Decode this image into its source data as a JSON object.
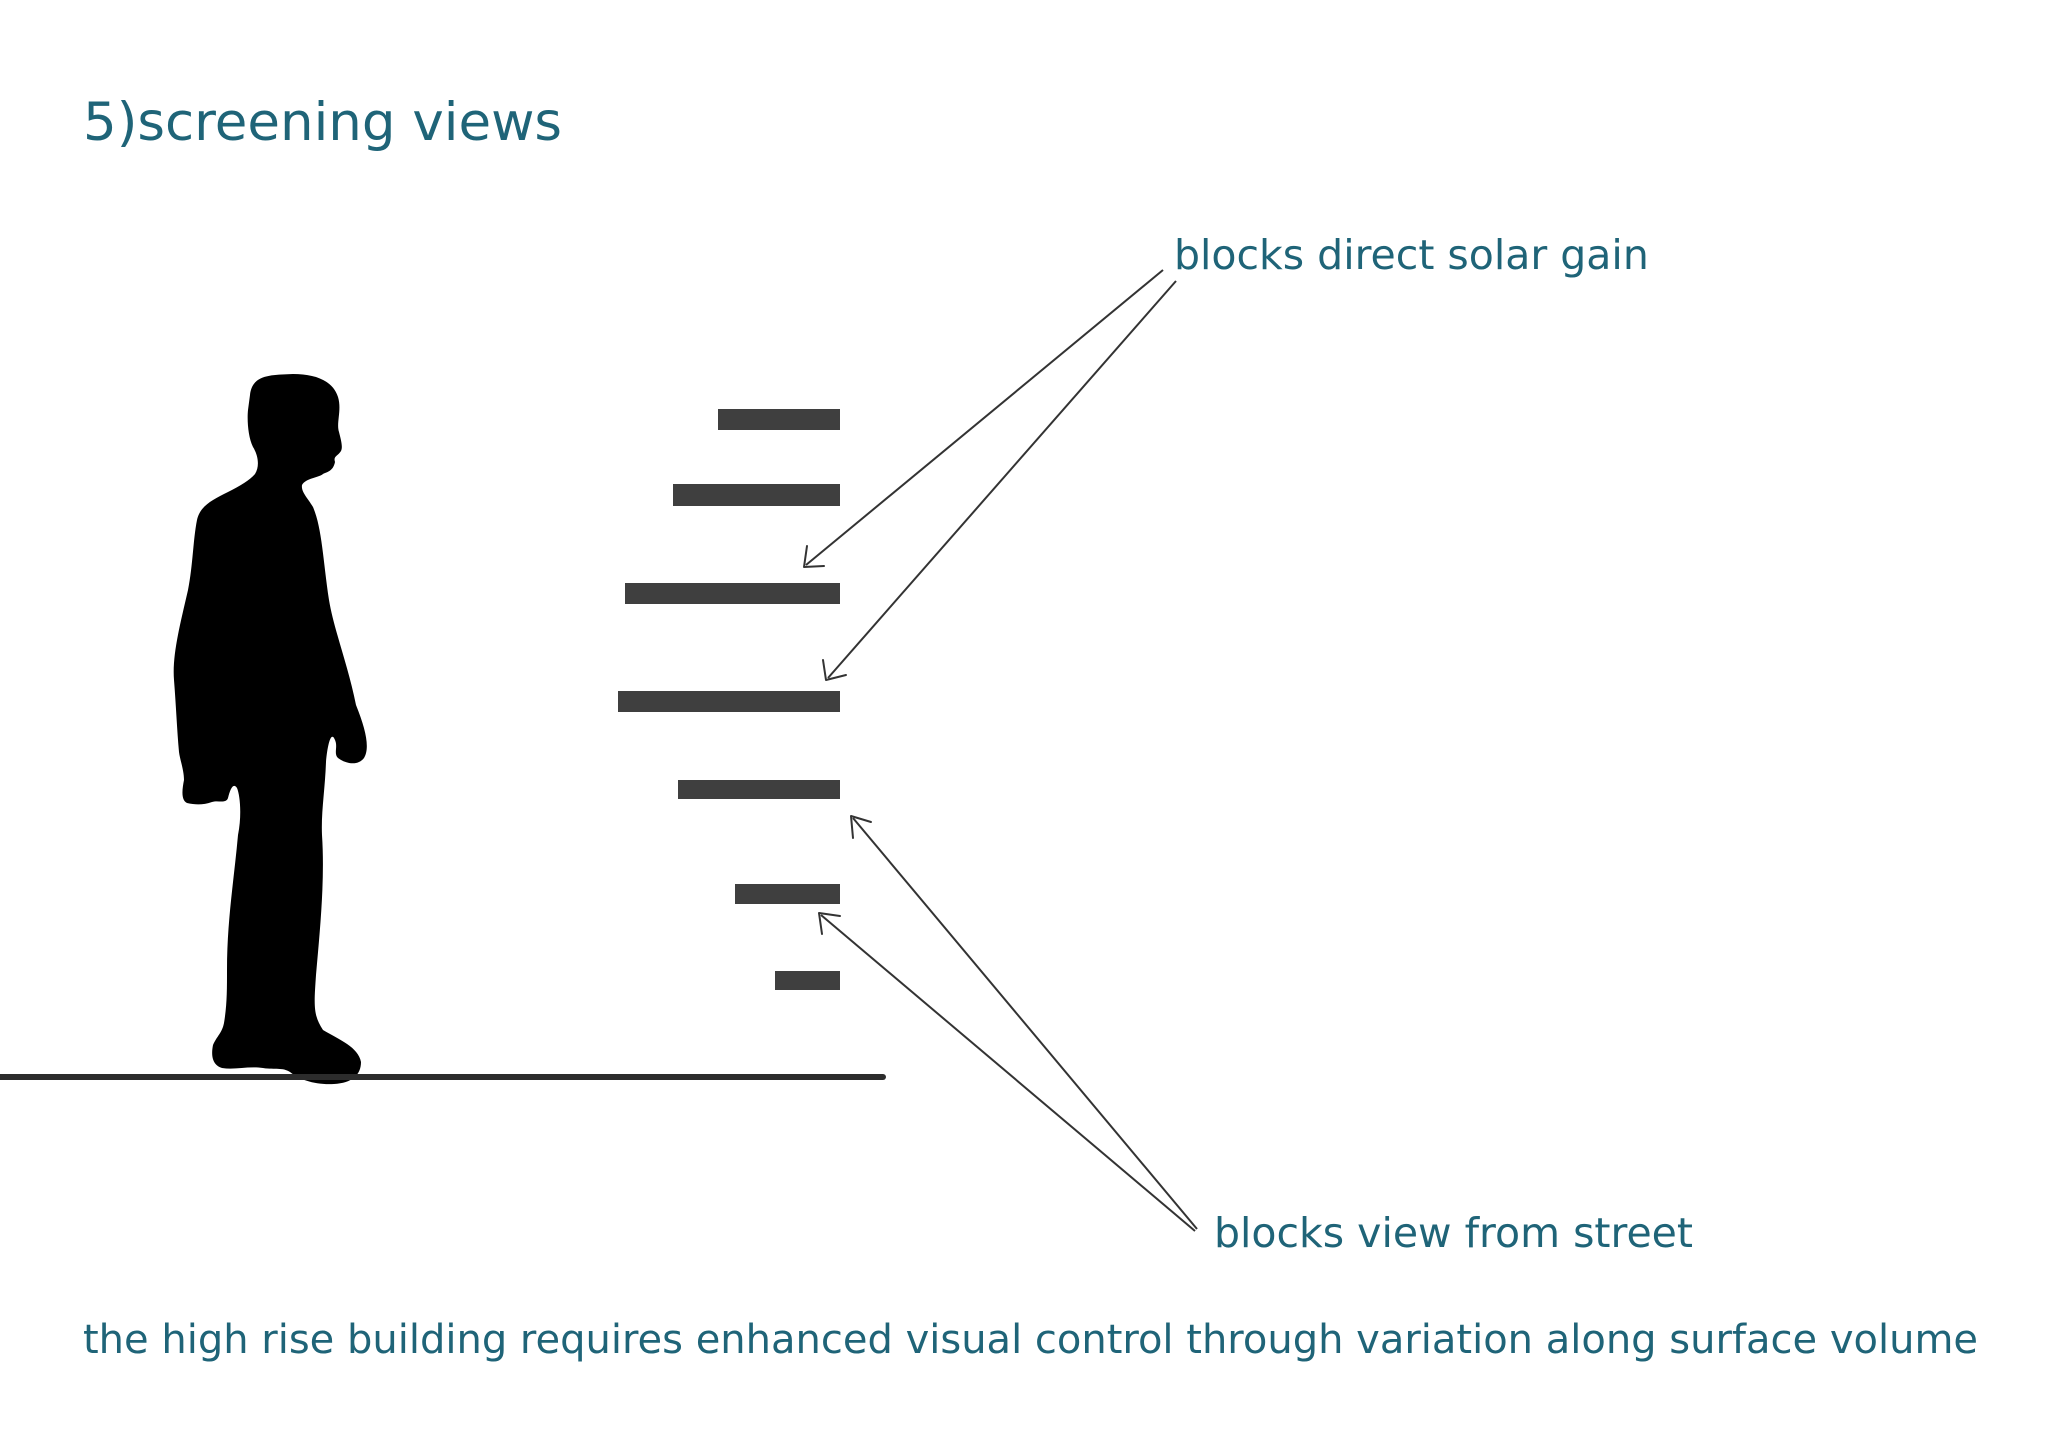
{
  "title": "5)screening views",
  "callouts": {
    "top": "blocks direct solar gain",
    "bottom": "blocks view from street"
  },
  "caption": "the high rise building requires enhanced visual control through variation along surface volume",
  "colors": {
    "text": "#1f6478",
    "louvre": "#3f3f3f",
    "silhouette": "#000000"
  },
  "figure": {
    "icon": "person-walking-silhouette-icon"
  }
}
